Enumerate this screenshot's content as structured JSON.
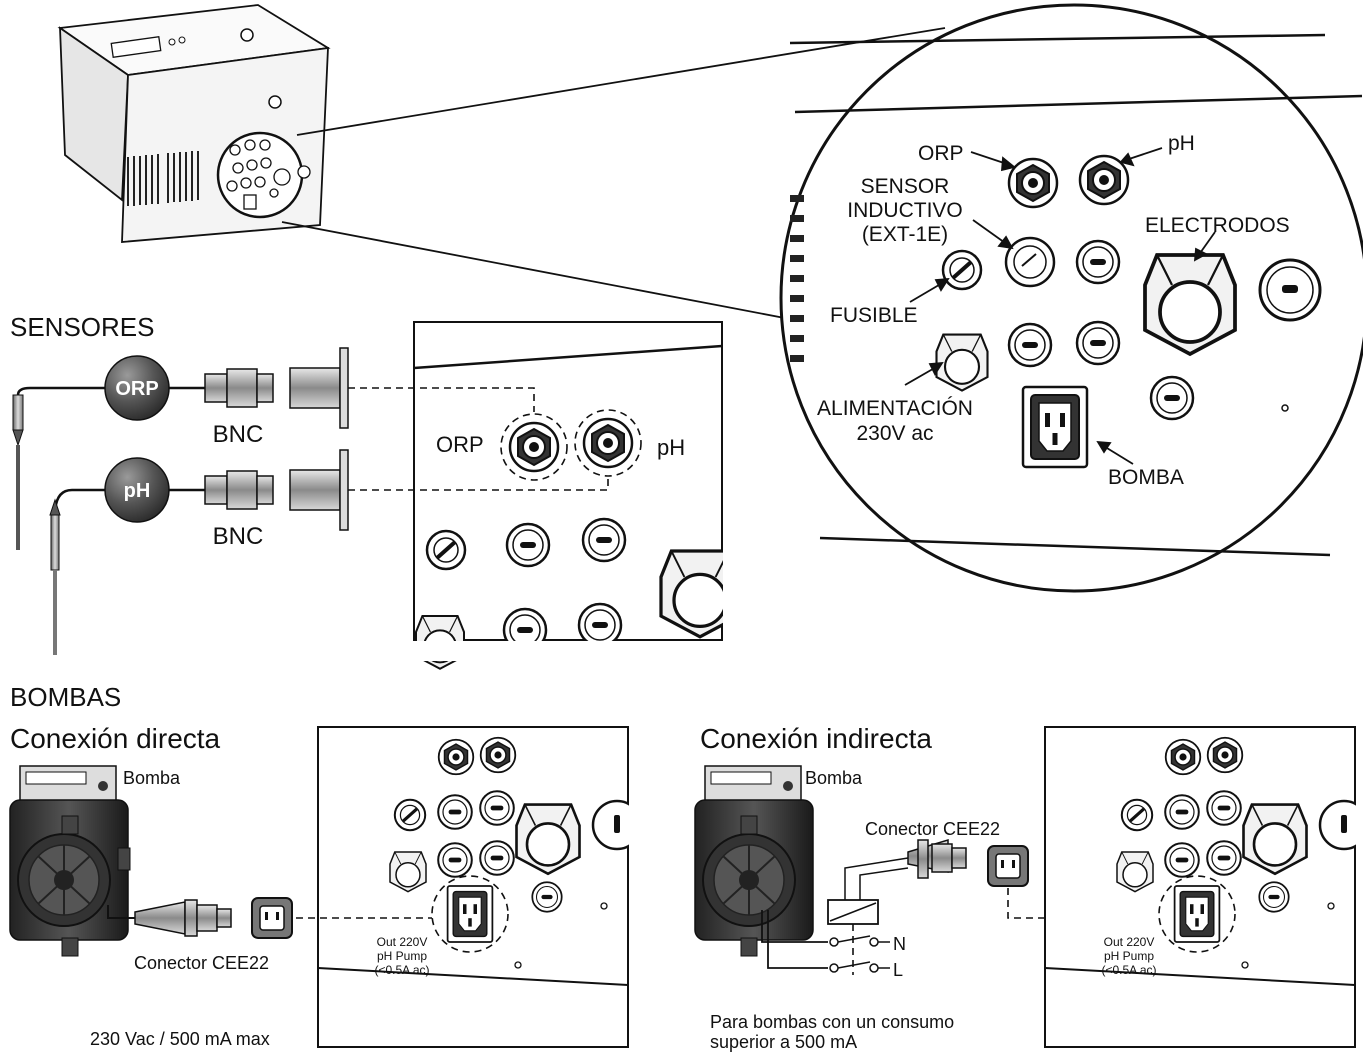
{
  "headings": {
    "sensors": "SENSORES",
    "pumps": "BOMBAS",
    "direct": "Conexión directa",
    "indirect": "Conexión indirecta"
  },
  "zoom_labels": {
    "orp": "ORP",
    "ph": "pH",
    "sensor_line1": "SENSOR",
    "sensor_line2": "INDUCTIVO",
    "sensor_line3": "(EXT-1E)",
    "electrodos": "ELECTRODOS",
    "fusible": "FUSIBLE",
    "alimentacion": "ALIMENTACIÓN",
    "voltage": "230V ac",
    "bomba": "BOMBA"
  },
  "sensors": {
    "orp_badge": "ORP",
    "ph_badge": "pH",
    "bnc": "BNC",
    "panel_orp": "ORP",
    "panel_ph": "pH"
  },
  "direct": {
    "pump_label": "Bomba",
    "connector": "Conector CEE22",
    "out_line1": "Out 220V",
    "out_line2": "pH Pump",
    "out_line3": "(<0.5A ac)",
    "rating": "230 Vac / 500 mA max"
  },
  "indirect": {
    "pump_label": "Bomba",
    "connector": "Conector CEE22",
    "out_line1": "Out 220V",
    "out_line2": "pH Pump",
    "out_line3": "(<0.5A ac)",
    "relay_n": "N",
    "relay_l": "L",
    "note_line1": "Para bombas con un consumo",
    "note_line2": "superior a 500 mA"
  },
  "icons": [
    "controller-unit-icon",
    "orp-probe-icon",
    "ph-probe-icon",
    "bnc-connector-icon",
    "dosing-pump-icon",
    "cee22-plug-icon",
    "iec-socket-icon",
    "relay-icon"
  ]
}
